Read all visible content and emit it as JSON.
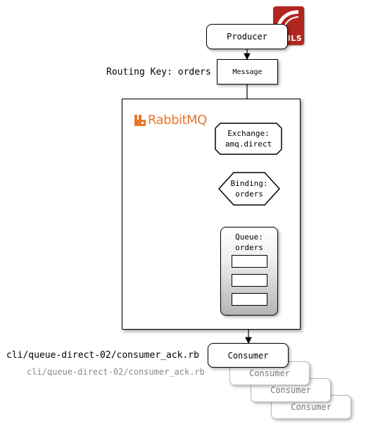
{
  "producer": {
    "label": "Producer"
  },
  "rails_logo": {
    "label": "RAILS"
  },
  "routing_key": {
    "label": "Routing Key: orders"
  },
  "message": {
    "label": "Message"
  },
  "rabbitmq": {
    "brand": "RabbitMQ",
    "brand_color": "#e9752c"
  },
  "exchange": {
    "line1": "Exchange:",
    "line2": "amq.direct"
  },
  "binding": {
    "line1": "Binding:",
    "line2": "orders"
  },
  "queue": {
    "line1": "Queue:",
    "line2": "orders"
  },
  "consumer": {
    "label": "Consumer"
  },
  "consumer_path": {
    "label": "cli/queue-direct-02/consumer_ack.rb"
  },
  "consumer_path_faded": {
    "label": "cli/queue-direct-02/consumer_ack.rb"
  },
  "consumer_copies": [
    "Consumer",
    "Consumer",
    "Consumer"
  ]
}
